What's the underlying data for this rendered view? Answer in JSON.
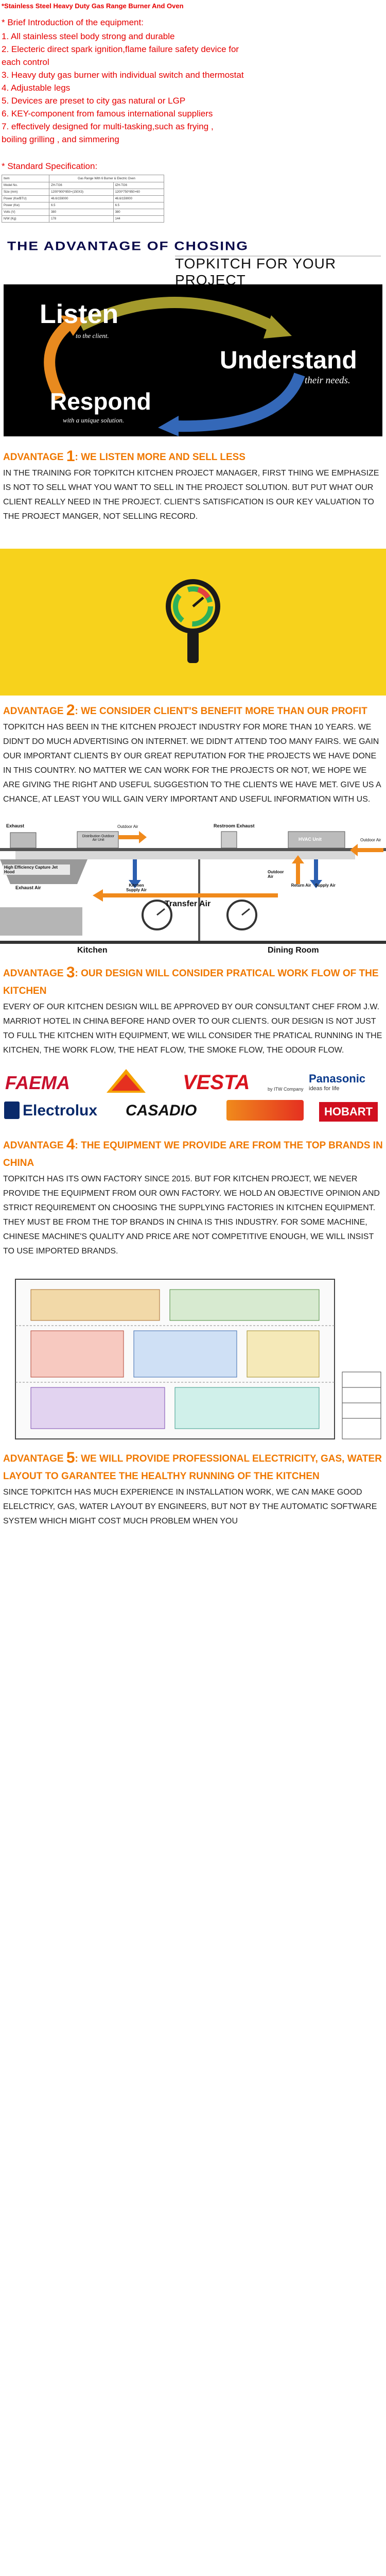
{
  "product_title": "*Stainless Steel Heavy Duty Gas Range Burner And Oven",
  "features": {
    "heading": "* Brief Introduction of the equipment:",
    "items": [
      "1. All stainless steel body strong and durable",
      "2. Electeric direct spark ignition,flame failure safety device for",
      "each control",
      "3. Heavy duty gas burner with individual switch and thermostat",
      "4. Adjustable legs",
      "5. Devices are preset to city gas natural or LGP",
      "6. KEY-component from famous international suppliers",
      "7. effectively designed for multi-tasking,such as frying ,",
      "boiling grilling , and simmering"
    ]
  },
  "spec": {
    "heading": "* Standard Specification:",
    "header": [
      "Item",
      "Gas Range With 6 Burner & Electric Oven",
      ""
    ],
    "rows": [
      [
        "Model No.",
        "ZH-TG6",
        "IZH-TG6"
      ],
      [
        "Size (mm)",
        "1200*900*850+(150X3)",
        "1200*750*850+60"
      ],
      [
        "Power (Kw/BTU)",
        "46.6/159000",
        "46.6/159000"
      ],
      [
        "Power (Kw)",
        "6.5",
        "6.5"
      ],
      [
        "Volts (V)",
        "380",
        "380"
      ],
      [
        "N/W (Kg)",
        "178",
        "144"
      ]
    ]
  },
  "banner": {
    "line1": "THE ADVANTAGE OF CHOSING",
    "line2": "TOPKITCH FOR YOUR PROJECT"
  },
  "lur": {
    "listen": "Listen",
    "listen_sub": "to the client.",
    "understand": "Understand",
    "understand_sub": "their needs.",
    "respond": "Respond",
    "respond_sub": "with a unique solution."
  },
  "advantages": [
    {
      "label": "ADVANTAGE",
      "num": "1",
      "title": ":  WE LISTEN MORE AND SELL LESS",
      "body": "IN THE TRAINING FOR TOPKITCH KITCHEN PROJECT MANAGER, FIRST THING WE EMPHASIZE IS NOT TO SELL WHAT YOU WANT TO SELL IN THE PROJECT SOLUTION. BUT PUT WHAT OUR CLIENT REALLY NEED IN THE PROJECT. CLIENT'S SATISFICATION IS OUR KEY VALUATION TO THE PROJECT MANGER, NOT SELLING RECORD."
    },
    {
      "label": "ADVANTAGE",
      "num": "2",
      "title": ":  WE CONSIDER CLIENT'S BENEFIT MORE THAN OUR PROFIT",
      "body": "TOPKITCH HAS BEEN IN THE KITCHEN PROJECT INDUSTRY FOR MORE THAN 10 YEARS. WE DIDN'T DO MUCH ADVERTISING ON INTERNET. WE DIDN'T ATTEND TOO MANY FAIRS. WE GAIN OUR IMPORTANT CLIENTS BY OUR GREAT REPUTATION FOR THE PROJECTS WE HAVE DONE IN THIS COUNTRY. NO MATTER WE CAN WORK FOR THE PROJECTS OR NOT, WE HOPE WE ARE GIVING THE RIGHT AND USEFUL SUGGESTION TO THE CLIENTS WE HAVE MET. GIVE US A CHANCE, AT LEAST YOU WILL GAIN VERY IMPORTANT AND USEFUL INFORMATION WITH US."
    },
    {
      "label": "ADVANTAGE",
      "num": "3",
      "title": ":  OUR DESIGN WILL CONSIDER PRATICAL WORK FLOW OF THE KITCHEN",
      "body": "EVERY OF OUR KITCHEN DESIGN WILL BE APPROVED BY OUR CONSULTANT CHEF FROM J.W. MARRIOT HOTEL IN CHINA BEFORE HAND OVER TO OUR CLIENTS. OUR DESIGN IS NOT JUST TO FULL THE KITCHEN WITH EQUIPMENT, WE WILL CONSIDER THE PRATICAL RUNNING IN THE KITCHEN, THE WORK FLOW, THE HEAT FLOW, THE SMOKE FLOW, THE ODOUR FLOW."
    },
    {
      "label": "ADVANTAGE",
      "num": "4",
      "title": ":  THE EQUIPMENT WE PROVIDE ARE FROM THE TOP BRANDS IN CHINA",
      "body": "TOPKITCH HAS ITS OWN FACTORY SINCE 2015. BUT FOR KITCHEN PROJECT, WE NEVER PROVIDE THE EQUIPMENT FROM OUR OWN FACTORY. WE HOLD AN OBJECTIVE OPINION AND STRICT REQUIREMENT ON CHOOSING THE SUPPLYING FACTORIES IN KITCHEN EQUIPMENT. THEY MUST BE FROM THE TOP BRANDS IN CHINA IS THIS INDUSTRY. FOR SOME MACHINE, CHINESE MACHINE'S QUALITY AND PRICE ARE NOT COMPETITIVE ENOUGH, WE WILL INSIST TO USE IMPORTED BRANDS."
    },
    {
      "label": "ADVANTAGE",
      "num": "5",
      "title": ":  WE WILL PROVIDE PROFESSIONAL ELECTRICITY, GAS, WATER LAYOUT TO GARANTEE THE HEALTHY RUNNING OF THE KITCHEN",
      "body": "SINCE TOPKITCH HAS MUCH EXPERIENCE IN INSTALLATION WORK, WE CAN MAKE GOOD ELELCTRICY, GAS, WATER LAYOUT BY ENGINEERS, BUT NOT BY THE AUTOMATIC SOFTWARE SYSTEM WHICH MIGHT COST MUCH PROBLEM WHEN YOU"
    }
  ],
  "diagram": {
    "exhaust_left": "Exhaust",
    "dist_outdoor": "Distribution Outdoor Air Unit",
    "outdoor_air_1": "Outdoor Air",
    "restroom_exhaust": "Restroom Exhaust",
    "hvac": "HVAC Unit",
    "outdoor_air_2": "Outdoor Air",
    "hood": "High Efficiency Capture Jet Hood",
    "exhaust_air": "Exhaust Air",
    "kitchen_supply": "Kitchen Supply Air",
    "outdoor_air_3": "Outdoor Air",
    "return_air": "Return Air",
    "supply_air": "Supply Air",
    "transfer_air": "Transfer Air",
    "kitchen": "Kitchen",
    "dining": "Dining Room"
  },
  "logos": {
    "faema": "FAEMA",
    "vesta": "VESTA",
    "vesta_sub": "by ITW Company",
    "panasonic": "Panasonic",
    "panasonic_sub": "ideas for life",
    "electrolux": "Electrolux",
    "casadio": "CASADIO",
    "hobart": "HOBART"
  },
  "colors": {
    "red": "#e60000",
    "orange": "#f07800",
    "navy": "#0a0a4a",
    "yellow": "#f7d21c"
  }
}
